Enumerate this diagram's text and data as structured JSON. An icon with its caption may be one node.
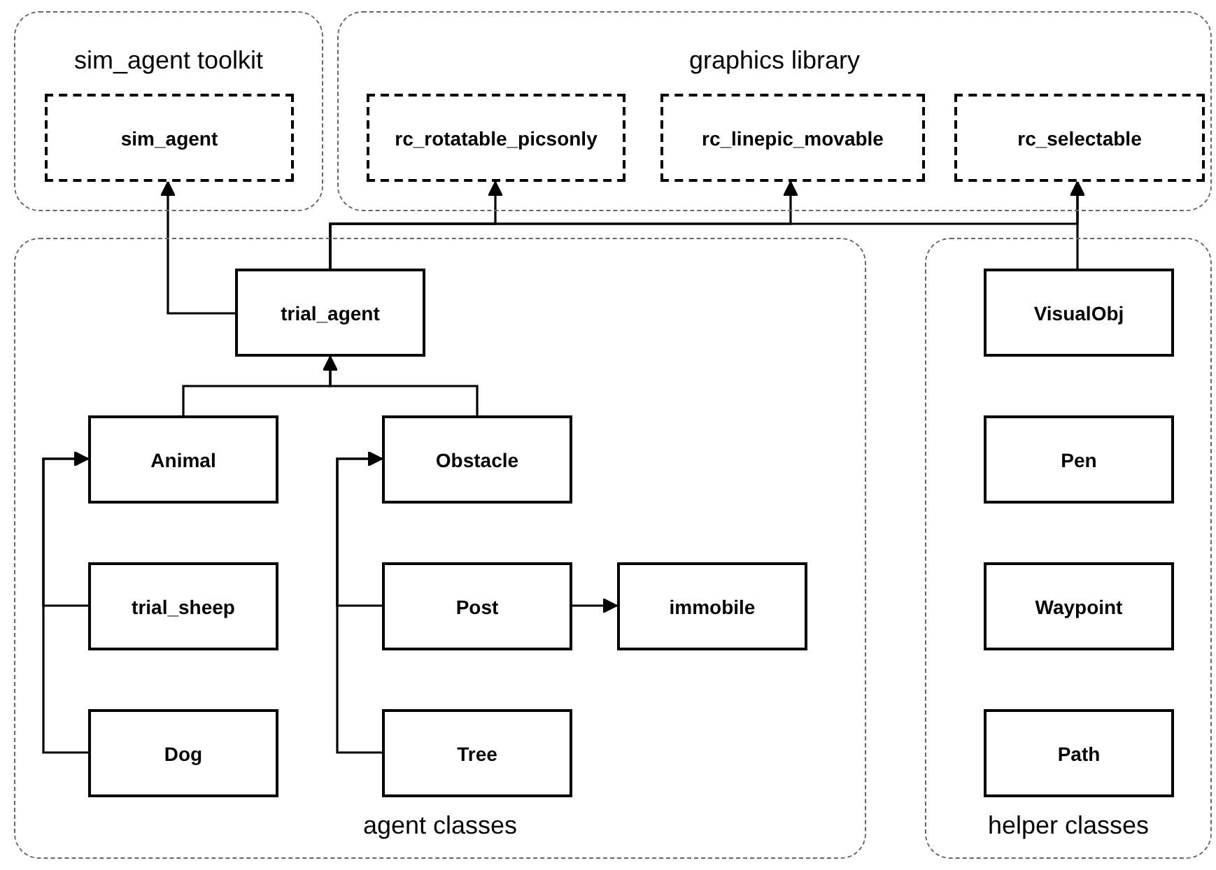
{
  "diagram": {
    "nodes": [
      {
        "text": [
          "sim_agent toolkit"
        ]
      },
      {
        "text": [
          "sim_agent"
        ],
        "in": 0
      },
      {
        "text": [
          "graphics library"
        ]
      },
      {
        "text": [
          "rc_rotatable_picsonly"
        ],
        "in": 2
      },
      {
        "text": [
          "rc_linepic_movable"
        ],
        "in": 2
      },
      {
        "text": [
          "rc_selectable"
        ],
        "in": 2
      },
      {
        "text": [
          "agent classes"
        ]
      },
      {
        "text": [
          "trial_agent"
        ],
        "in": 6
      },
      {
        "text": [
          "Animal"
        ],
        "in": 6
      },
      {
        "text": [
          "Obstacle"
        ],
        "in": 6
      },
      {
        "text": [
          "trial_sheep"
        ],
        "in": 6
      },
      {
        "text": [
          "Post"
        ],
        "in": 6
      },
      {
        "text": [
          "immobile"
        ],
        "in": 6
      },
      {
        "text": [
          "Dog"
        ],
        "in": 6
      },
      {
        "text": [
          "Tree"
        ],
        "in": 6
      },
      {
        "text": [
          "helper classes"
        ]
      },
      {
        "text": [
          "VisualObj"
        ],
        "in": 15
      },
      {
        "text": [
          "Pen"
        ],
        "in": 15
      },
      {
        "text": [
          "Waypoint"
        ],
        "in": 15
      },
      {
        "text": [
          "Path"
        ],
        "in": 15
      }
    ],
    "edges": [
      {
        "from": 7,
        "to": 1,
        "arrow": "to"
      },
      {
        "from": 7,
        "to": 3,
        "arrow": "to"
      },
      {
        "from": 7,
        "to": 4,
        "arrow": "to"
      },
      {
        "from": 7,
        "to": 5,
        "arrow": "to"
      },
      {
        "from": 16,
        "to": 5,
        "arrow": "to"
      },
      {
        "from": 8,
        "to": 7,
        "arrow": "to"
      },
      {
        "from": 9,
        "to": 7,
        "arrow": "to"
      },
      {
        "from": 10,
        "to": 8,
        "arrow": "to"
      },
      {
        "from": 13,
        "to": 8,
        "arrow": "to"
      },
      {
        "from": 11,
        "to": 9,
        "arrow": "to"
      },
      {
        "from": 14,
        "to": 9,
        "arrow": "to"
      },
      {
        "from": 11,
        "to": 12,
        "arrow": "to"
      }
    ]
  }
}
